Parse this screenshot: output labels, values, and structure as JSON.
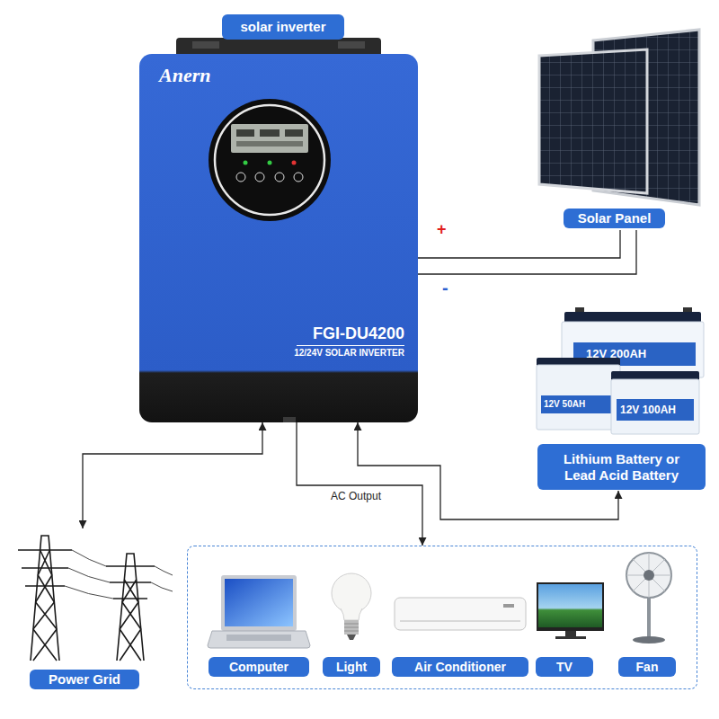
{
  "diagram": {
    "nodes": [
      {
        "text": [
          "solar inverter"
        ]
      },
      {
        "text": [
          "Anern",
          "FGI-DU4200",
          "12/24V SOLAR INVERTER"
        ]
      },
      {
        "text": [
          "Solar Panel"
        ]
      },
      {
        "text": [
          "Lithium Battery or Lead Acid Battery"
        ]
      },
      {
        "text": [
          "Power Grid"
        ]
      },
      {
        "text": []
      },
      {
        "text": [
          "Computer"
        ],
        "in": 5
      },
      {
        "text": [
          "Light"
        ],
        "in": 5
      },
      {
        "text": [
          "Air Conditioner"
        ],
        "in": 5
      },
      {
        "text": [
          "TV"
        ],
        "in": 5
      },
      {
        "text": [
          "Fan"
        ],
        "in": 5
      }
    ],
    "edges": [
      {
        "from": 1,
        "to": 2,
        "arrow": "none"
      },
      {
        "from": 1,
        "to": 2,
        "arrow": "none"
      },
      {
        "from": 1,
        "to": 4,
        "arrow": "both"
      },
      {
        "from": 1,
        "to": 5,
        "arrow": "to",
        "label": "AC Output"
      },
      {
        "from": 1,
        "to": 3,
        "arrow": "both"
      }
    ],
    "labels": [
      "+",
      "-",
      "12V 200AH",
      "12V 50AH",
      "12V 100AH"
    ]
  }
}
